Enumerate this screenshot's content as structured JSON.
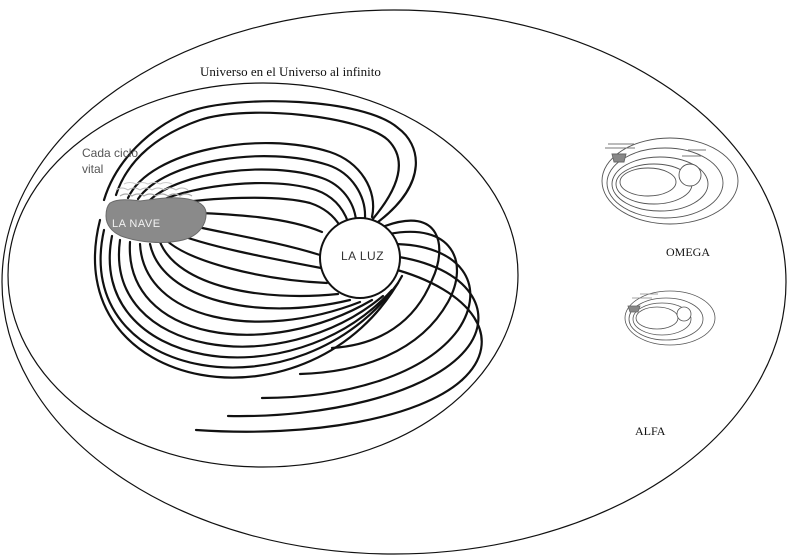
{
  "diagram": {
    "title": "Universo en el Universo al infinito",
    "cycle_label": [
      "Cada ciclo",
      "vital"
    ],
    "ship_label": "LA NAVE",
    "light_label": "LA LUZ",
    "omega_label": "OMEGA",
    "alfa_label": "ALFA"
  },
  "colors": {
    "line": "#111111",
    "ship_fill": "#8a8a8a",
    "background": "#ffffff"
  }
}
